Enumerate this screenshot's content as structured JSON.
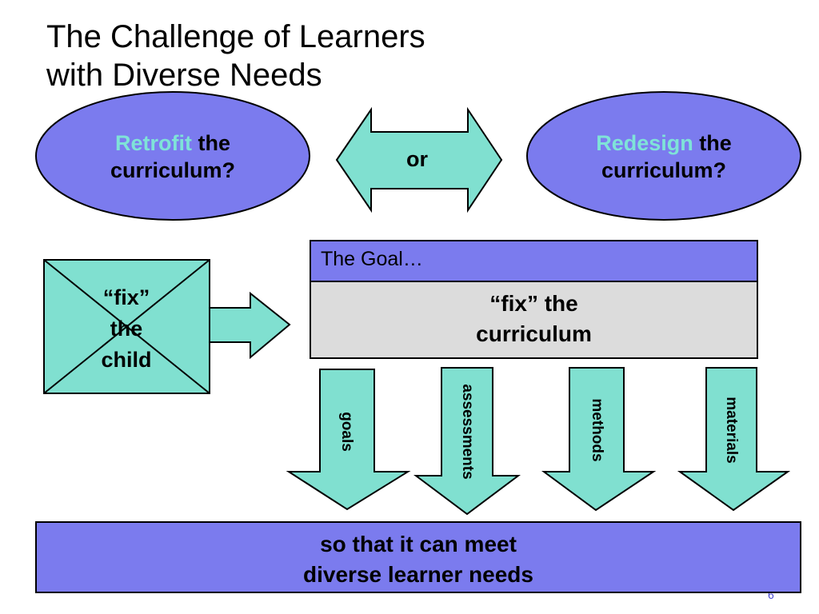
{
  "title": {
    "line1": "The Challenge of Learners",
    "line2": "with Diverse Needs"
  },
  "left_option": {
    "keyword": "Retrofit",
    "rest1": " the",
    "line2": "curriculum?"
  },
  "connector_label": "or",
  "right_option": {
    "keyword": "Redesign",
    "rest1": " the",
    "line2": "curriculum?"
  },
  "child_box": {
    "line1": "“fix”",
    "line2": "the",
    "line3": "child"
  },
  "goal": {
    "header": "The Goal…",
    "line1": "“fix” the",
    "line2": "curriculum"
  },
  "arrows": [
    "goals",
    "assessments",
    "methods",
    "materials"
  ],
  "footer": {
    "line1": "so that it can meet",
    "line2": "diverse learner needs"
  },
  "page_number": "6",
  "colors": {
    "ellipse_fill": "#7b7bee",
    "teal_fill": "#80e0d0",
    "accent_text": "#7fe3d8",
    "goal_box_fill": "#dcdcdc"
  }
}
